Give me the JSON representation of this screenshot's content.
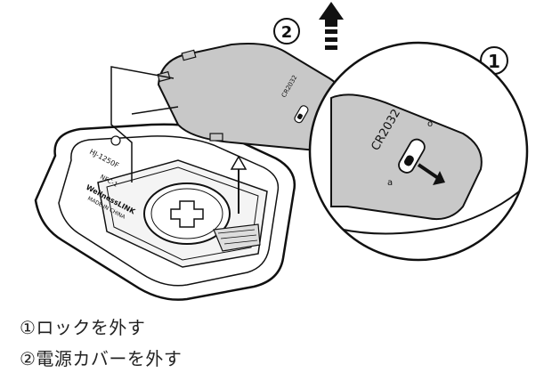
{
  "steps": [
    {
      "number": "①",
      "text": "①ロックを外す"
    },
    {
      "number": "②",
      "text": "②電源カバーを外す"
    }
  ],
  "device": {
    "model": "HJ-1250F",
    "brand": "WellnessLINK",
    "nfc": "NFC-1",
    "origin": "MADE IN CHINA"
  },
  "battery": "CR2032",
  "lock_marks": [
    "a",
    "ô"
  ],
  "colors": {
    "outline": "#111111",
    "cover": "#c8c8c8",
    "device": "#ffffff"
  }
}
